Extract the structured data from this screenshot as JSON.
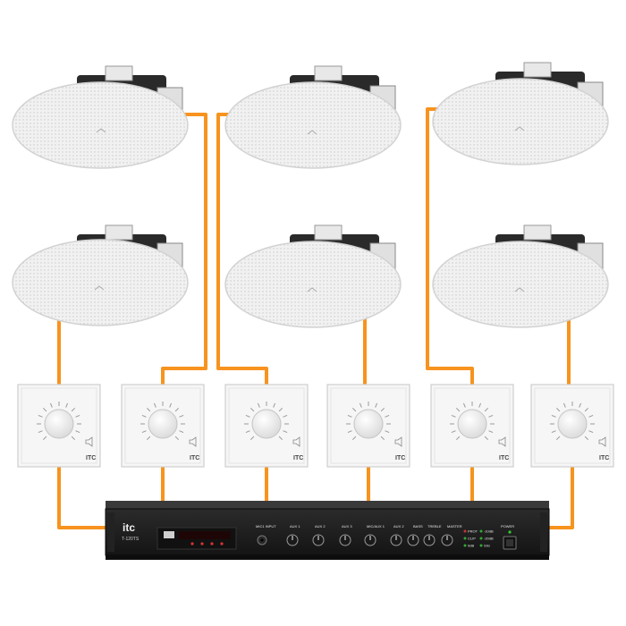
{
  "colors": {
    "wire": "#f7931e",
    "rack": "#1c1c1c",
    "grille": "#eeeeee",
    "panel": "#f4f4f4"
  },
  "volume_panel_brand": "ITC",
  "amplifier": {
    "brand": "itc",
    "model": "T-120TS",
    "inputs": [
      "MIC1 INPUT",
      "AUX 1",
      "AUX 2",
      "AUX 3",
      "MIC/AUX 1",
      "AUX 2",
      "BASS",
      "TREBLE",
      "MASTER"
    ],
    "power_label": "POWER",
    "meter_labels": [
      "PROT",
      "-10dB",
      "CLIP",
      "-20dB",
      "0dB",
      "SIG"
    ]
  }
}
